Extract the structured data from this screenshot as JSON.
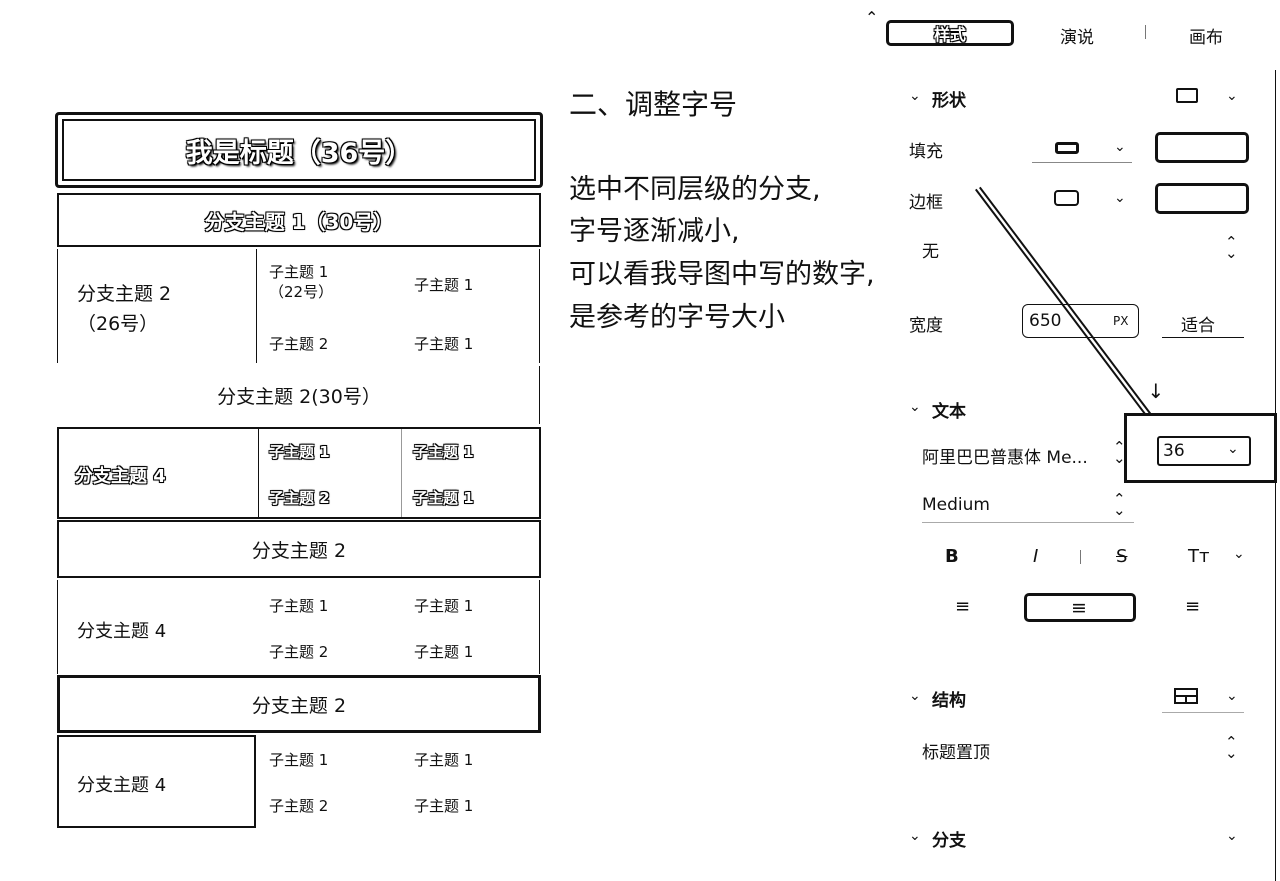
{
  "mindmap": {
    "title": "我是标题（36号）",
    "branch1": "分支主题 1（30号）",
    "group1": {
      "branch": "分支主题 2",
      "branch_note": "（26号）",
      "sub_a1": "子主题 1",
      "sub_a1_note": "（22号）",
      "sub_a2": "子主题 1",
      "sub_b1": "子主题 2",
      "sub_b2": "子主题 1"
    },
    "branch2": "分支主题 2(30号）",
    "group2": {
      "branch": "分支主题 4",
      "sub_a1": "子主题 1",
      "sub_a2": "子主题 1",
      "sub_b1": "子主题 2",
      "sub_b2": "子主题 1"
    },
    "branch3": "分支主题 2",
    "group3": {
      "branch": "分支主题 4",
      "sub_a1": "子主题 1",
      "sub_a2": "子主题 1",
      "sub_b1": "子主题 2",
      "sub_b2": "子主题 1"
    },
    "branch4": "分支主题 2",
    "group4": {
      "branch": "分支主题 4",
      "sub_a1": "子主题 1",
      "sub_a2": "子主题 1",
      "sub_b1": "子主题 2",
      "sub_b2": "子主题 1"
    }
  },
  "instructions": {
    "heading": "二、调整字号",
    "line1": "选中不同层级的分支,",
    "line2": "字号逐渐减小,",
    "line3": "可以看我导图中写的数字,",
    "line4": "是参考的字号大小"
  },
  "panel": {
    "tabs": {
      "style": "样式",
      "talk": "演说",
      "canvas": "画布"
    },
    "shape": {
      "title": "形状",
      "fill_label": "填充",
      "border_label": "边框",
      "border_style_value": "无",
      "width_label": "宽度",
      "width_value": "650",
      "width_unit": "PX",
      "fit_label": "适合"
    },
    "text": {
      "title": "文本",
      "font_family": "阿里巴巴普惠体 Me...",
      "font_size": "36",
      "font_weight": "Medium",
      "bold": "B",
      "italic": "I",
      "strike": "S",
      "case": "Tт"
    },
    "structure": {
      "title": "结构",
      "layout_value": "标题置顶"
    },
    "branch": {
      "title": "分支"
    }
  }
}
